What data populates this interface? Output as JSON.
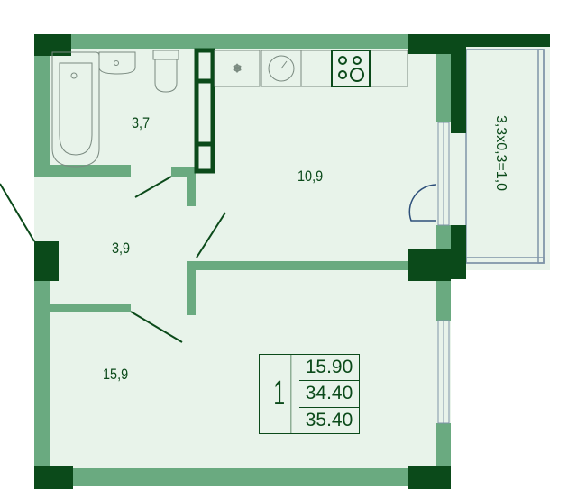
{
  "rooms": {
    "bathroom_area": "3,7",
    "kitchen_area": "10,9",
    "hallway_area": "3,9",
    "living_area": "15,9",
    "balcony_formula": "3,3x0,3=1,0"
  },
  "summary": {
    "room_count": "1",
    "living_area": "15.90",
    "total_area": "34.40",
    "total_area_with_balcony": "35.40"
  },
  "colors": {
    "wall": "#6aaa80",
    "wall_dark": "#0b4a1a",
    "floor": "#e8f3ea",
    "fixture": "#7a8a80"
  }
}
